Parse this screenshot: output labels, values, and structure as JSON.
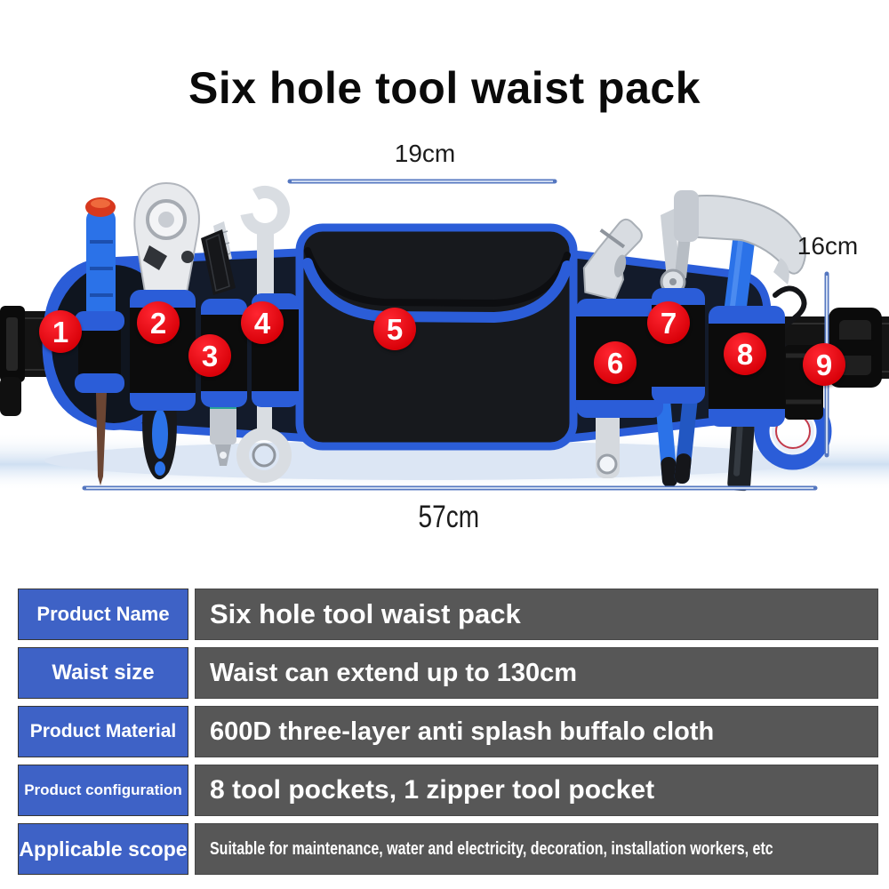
{
  "title": "Six hole tool waist pack",
  "dimensions": {
    "top_width": "19cm",
    "side_height": "16cm",
    "bottom_width": "57cm"
  },
  "product_illustration": {
    "markers": [
      "1",
      "2",
      "3",
      "4",
      "5",
      "6",
      "7",
      "8",
      "9"
    ]
  },
  "spec_table": {
    "rows": [
      {
        "label": "Product Name",
        "value": "Six hole tool waist pack"
      },
      {
        "label": "Waist size",
        "value": "Waist can extend up to 130cm"
      },
      {
        "label": "Product Material",
        "value": "600D three-layer anti splash buffalo cloth"
      },
      {
        "label": "Product configuration",
        "value": "8 tool pockets, 1 zipper tool pocket"
      },
      {
        "label": "Applicable scope",
        "value": "Suitable for maintenance, water and electricity, decoration, installation workers, etc"
      }
    ]
  },
  "colors": {
    "marker_red": "#e60012",
    "trim_blue": "#2b5dd8",
    "handle_blue": "#2b72e8",
    "table_label_bg": "#3e62c6",
    "table_value_bg": "#575757",
    "dimension_line_blue": "#7b9bd9"
  }
}
